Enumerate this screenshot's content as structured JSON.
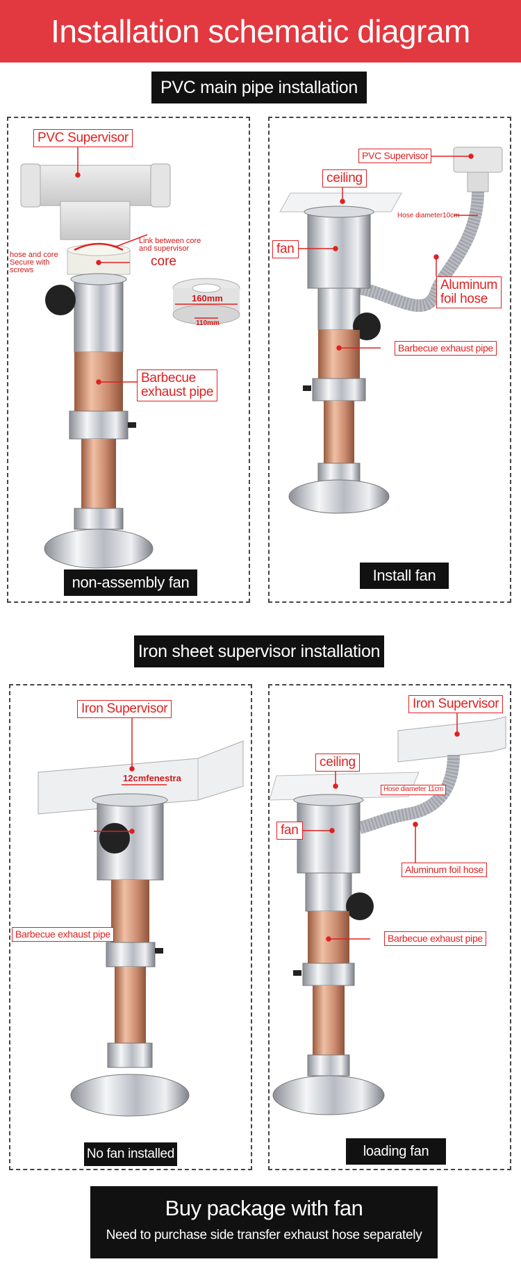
{
  "header": {
    "title": "Installation schematic diagram"
  },
  "sections": {
    "pvc": {
      "title": "PVC main pipe installation"
    },
    "iron": {
      "title": "Iron sheet supervisor installation"
    }
  },
  "panels": {
    "p1": {
      "caption": "non-assembly fan",
      "labels": {
        "supervisor": "PVC Supervisor",
        "link": "Link between core\nand supervisor",
        "hose_core": "hose and core\nSecure with\nscrews",
        "core": "core",
        "dim_outer": "160mm",
        "dim_inner": "110mm",
        "exhaust": "Barbecue\nexhaust pipe"
      }
    },
    "p2": {
      "caption": "Install fan",
      "labels": {
        "supervisor": "PVC Supervisor",
        "ceiling": "ceiling",
        "hose_diameter": "Hose diameter10cm",
        "fan": "fan",
        "foil": "Aluminum\nfoil hose",
        "exhaust": "Barbecue exhaust pipe"
      }
    },
    "p3": {
      "caption": "No fan installed",
      "labels": {
        "supervisor": "Iron Supervisor",
        "fenestra": "12cmfenestra",
        "exhaust": "Barbecue exhaust pipe"
      }
    },
    "p4": {
      "caption": "loading fan",
      "labels": {
        "supervisor": "Iron Supervisor",
        "ceiling": "ceiling",
        "hose_diameter": "Hose diameter 11cm",
        "fan": "fan",
        "foil": "Aluminum foil hose",
        "exhaust": "Barbecue exhaust pipe"
      }
    }
  },
  "footer": {
    "title": "Buy package with fan",
    "subtitle": "Need to purchase side transfer exhaust hose separately"
  },
  "colors": {
    "header_red": "#e2383f",
    "callout_red": "#e02020",
    "black": "#111111",
    "copper": "#c98a6e",
    "chrome": "#c9ccd2"
  }
}
